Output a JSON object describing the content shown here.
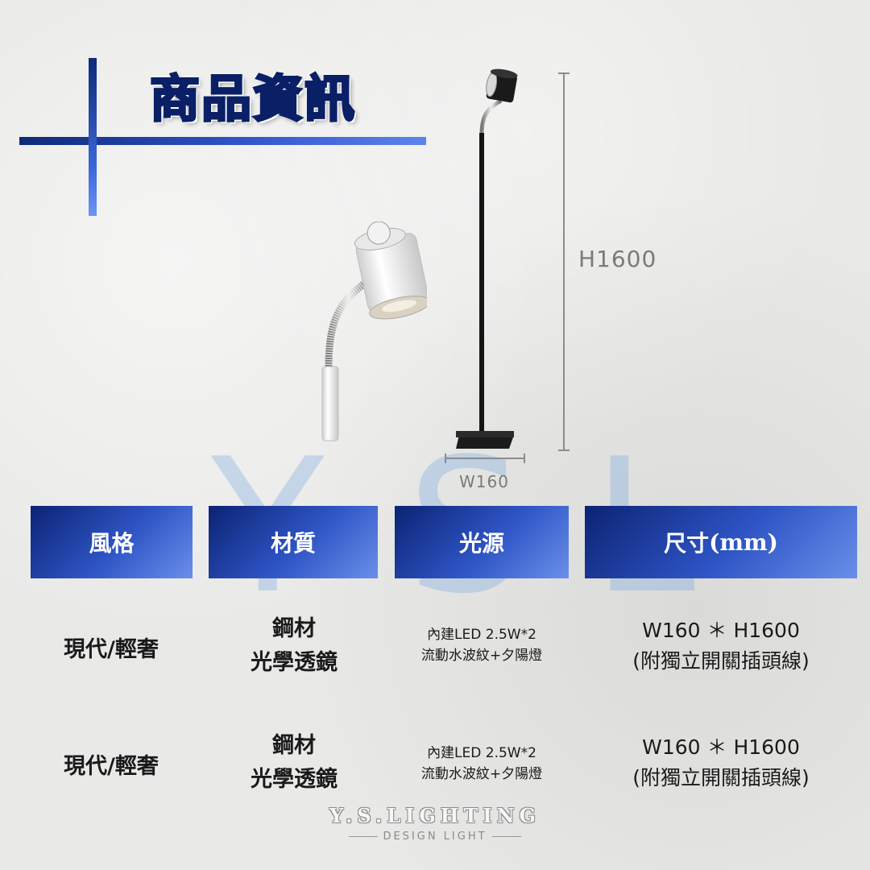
{
  "header": {
    "title": "商品資訊"
  },
  "watermark": {
    "letters": [
      "Y",
      "S",
      "L"
    ]
  },
  "dimensions": {
    "height_label": "H1600",
    "width_label": "W160"
  },
  "table": {
    "headers": [
      "風格",
      "材質",
      "光源"
    ],
    "size_header": {
      "text": "尺寸",
      "unit": "(mm)"
    },
    "rows": [
      {
        "style": "現代/輕奢",
        "material": [
          "鋼材",
          "光學透鏡"
        ],
        "light_source": [
          "內建LED 2.5W*2",
          "流動水波紋+夕陽燈"
        ],
        "size": [
          "W160 ＊ H1600",
          "(附獨立開關插頭線)"
        ]
      },
      {
        "style": "現代/輕奢",
        "material": [
          "鋼材",
          "光學透鏡"
        ],
        "light_source": [
          "內建LED 2.5W*2",
          "流動水波紋+夕陽燈"
        ],
        "size": [
          "W160 ＊ H1600",
          "(附獨立開關插頭線)"
        ]
      }
    ]
  },
  "logo": {
    "main": "Y.S.LIGHTING",
    "sub": "DESIGN LIGHT"
  },
  "colors": {
    "accent_dark": "#0b2373",
    "accent_light": "#6a8fe9",
    "title_blue": "#1f46c4"
  }
}
